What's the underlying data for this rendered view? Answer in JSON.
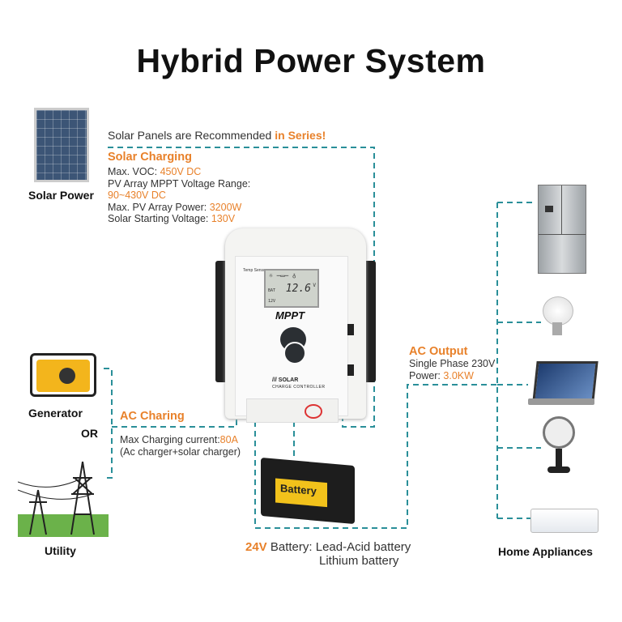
{
  "title": "Hybrid Power System",
  "colors": {
    "accent": "#e8812a",
    "line": "#2a8f99"
  },
  "solar": {
    "label": "Solar Power",
    "recommend_prefix": "Solar Panels are Recommended ",
    "recommend_highlight": "in Series!",
    "heading": "Solar Charging",
    "voc_label": "Max. VOC: ",
    "voc_value": "450V DC",
    "range_label": "PV Array MPPT Voltage Range:",
    "range_value": "90~430V DC",
    "power_label": "Max. PV Array Power: ",
    "power_value": "3200W",
    "start_label": "Solar Starting Voltage: ",
    "start_value": "130V"
  },
  "controller": {
    "temp": "Temp Sensor",
    "bat": "BAT",
    "volts": "12.6",
    "unit": "V",
    "sys": "12V",
    "brand": "MPPT",
    "line1": "SOLAR",
    "line2": "CHARGE CONTROLLER"
  },
  "ac_charging": {
    "heading": "AC Charing",
    "current_label": "Max Charging current:",
    "current_value": "80A",
    "note": "(Ac charger+solar charger)"
  },
  "sources": {
    "generator": "Generator",
    "or": "OR",
    "utility": "Utility"
  },
  "ac_output": {
    "heading": "AC Output",
    "phase": "Single Phase 230V",
    "power_label": "Power: ",
    "power_value": "3.0KW"
  },
  "battery": {
    "label_on_battery": "Battery",
    "voltage": "24V",
    "text": " Battery: Lead-Acid battery",
    "line2": "Lithium battery"
  },
  "appliances": {
    "label": "Home Appliances"
  }
}
